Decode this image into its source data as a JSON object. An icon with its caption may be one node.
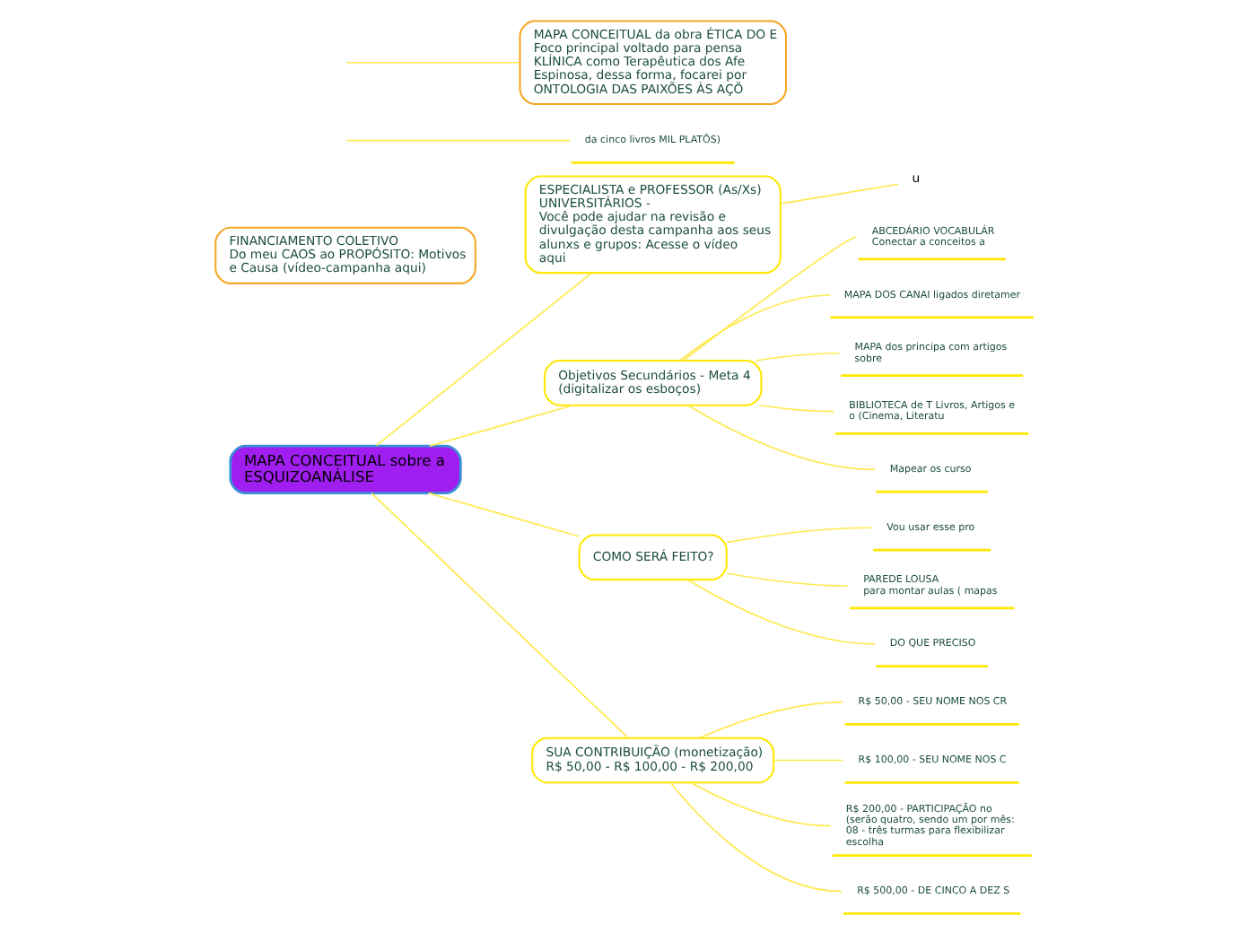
{
  "diagram": {
    "nodes": [
      {
        "text": [
          "MAPA CONCEITUAL sobre a ESQUIZOANÁLISE"
        ]
      },
      {
        "text": [
          "FINANCIAMENTO COLETIVO",
          "Do meu CAOS ao PROPÓSITO: Motivos e Causa (vídeo-campanha aqui)"
        ]
      },
      {
        "text": [
          "ESPECIALISTA e PROFESSOR (As/Xs) UNIVERSITÁRIOS -",
          "Você pode ajudar na revisão e divulgação desta campanha aos seus alunxs e grupos: Acesse o vídeo aqui"
        ]
      },
      {
        "text": [
          "u"
        ]
      },
      {
        "text": [
          "da cinco livros MIL PLATÔS)"
        ]
      },
      {
        "text": [
          "MAPA CONCEITUAL da obra ÉTICA DO E",
          "Foco principal voltado para pensa KLÍNICA como Terapêutica dos Afe Espinosa, dessa forma, focarei por ONTOLOGIA DAS PAIXÕES ÀS AÇÕ"
        ]
      },
      {
        "text": [
          "Objetivos Secundários - Meta 4",
          "(digitalizar os esboços)"
        ]
      },
      {
        "text": [
          "ABCEDÁRIO VOCABULÁR",
          "Conectar a conceitos a"
        ]
      },
      {
        "text": [
          "MAPA DOS CANAI ligados diretamer"
        ]
      },
      {
        "text": [
          "MAPA dos principa com artigos sobre"
        ]
      },
      {
        "text": [
          "BIBLIOTECA de T Livros, Artigos e o (Cinema, Literatu"
        ]
      },
      {
        "text": [
          "Mapear os curso"
        ]
      },
      {
        "text": [
          "COMO SERÁ FEITO?"
        ]
      },
      {
        "text": [
          "Vou usar esse pro"
        ]
      },
      {
        "text": [
          "PAREDE LOUSA",
          "para montar aulas ( mapas"
        ]
      },
      {
        "text": [
          "DO QUE PRECISO"
        ]
      },
      {
        "text": [
          "SUA CONTRIBUIÇÃO (monetização)",
          "R$ 50,00 - R$ 100,00 - R$ 200,00"
        ]
      },
      {
        "text": [
          "R$ 50,00 - SEU NOME NOS CR"
        ]
      },
      {
        "text": [
          "R$ 100,00 - SEU NOME NOS C"
        ]
      },
      {
        "text": [
          "R$ 200,00 - PARTICIPAÇÃO no",
          "(serão quatro, sendo um por mês: 08 - três turmas para flexibilizar escolha"
        ]
      },
      {
        "text": [
          "R$ 500,00 - DE CINCO A DEZ S"
        ]
      }
    ],
    "edges": [
      {
        "from": 2,
        "to": 3,
        "arrow": "none"
      },
      {
        "from": 0,
        "to": 2,
        "arrow": "none"
      },
      {
        "from": null,
        "to": 4,
        "arrow": "none"
      },
      {
        "from": null,
        "to": 5,
        "arrow": "none"
      },
      {
        "from": 0,
        "to": 6,
        "arrow": "none"
      },
      {
        "from": 6,
        "to": 7,
        "arrow": "none"
      },
      {
        "from": 6,
        "to": 8,
        "arrow": "none"
      },
      {
        "from": 6,
        "to": 9,
        "arrow": "none"
      },
      {
        "from": 6,
        "to": 10,
        "arrow": "none"
      },
      {
        "from": 6,
        "to": 11,
        "arrow": "none"
      },
      {
        "from": 0,
        "to": 12,
        "arrow": "none"
      },
      {
        "from": 12,
        "to": 13,
        "arrow": "none"
      },
      {
        "from": 12,
        "to": 14,
        "arrow": "none"
      },
      {
        "from": 12,
        "to": 15,
        "arrow": "none"
      },
      {
        "from": 0,
        "to": 16,
        "arrow": "none"
      },
      {
        "from": 16,
        "to": 17,
        "arrow": "none"
      },
      {
        "from": 16,
        "to": 18,
        "arrow": "none"
      },
      {
        "from": 16,
        "to": 19,
        "arrow": "none"
      },
      {
        "from": 16,
        "to": 20,
        "arrow": "none"
      }
    ]
  }
}
